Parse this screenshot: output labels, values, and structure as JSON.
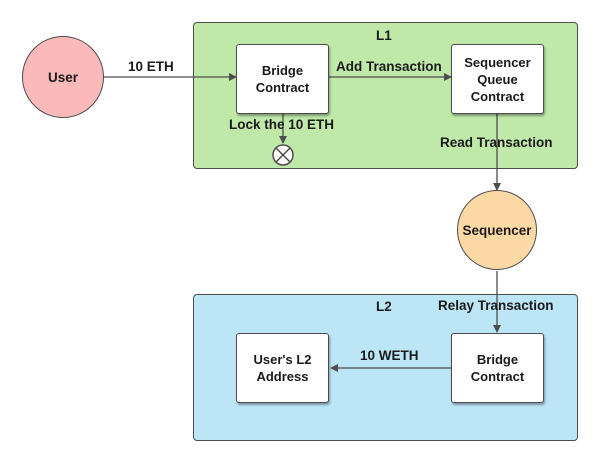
{
  "colors": {
    "l1_fill": "#bfe8a9",
    "l2_fill": "#bce5f6",
    "user_fill": "#fbb9b9",
    "sequencer_fill": "#fcd8a4",
    "stroke": "#4d4d4d"
  },
  "nodes": {
    "user": "User",
    "l1_title": "L1",
    "l2_title": "L2",
    "bridge_l1": "Bridge\nContract",
    "sequencer_queue": "Sequencer\nQueue\nContract",
    "sequencer": "Sequencer",
    "users_l2_address": "User's L2\nAddress",
    "bridge_l2": "Bridge\nContract"
  },
  "edges": {
    "user_to_bridge": "10 ETH",
    "add_transaction": "Add Transaction",
    "lock": "Lock the 10 ETH",
    "read_transaction": "Read Transaction",
    "relay_transaction": "Relay Transaction",
    "weth": "10 WETH"
  }
}
